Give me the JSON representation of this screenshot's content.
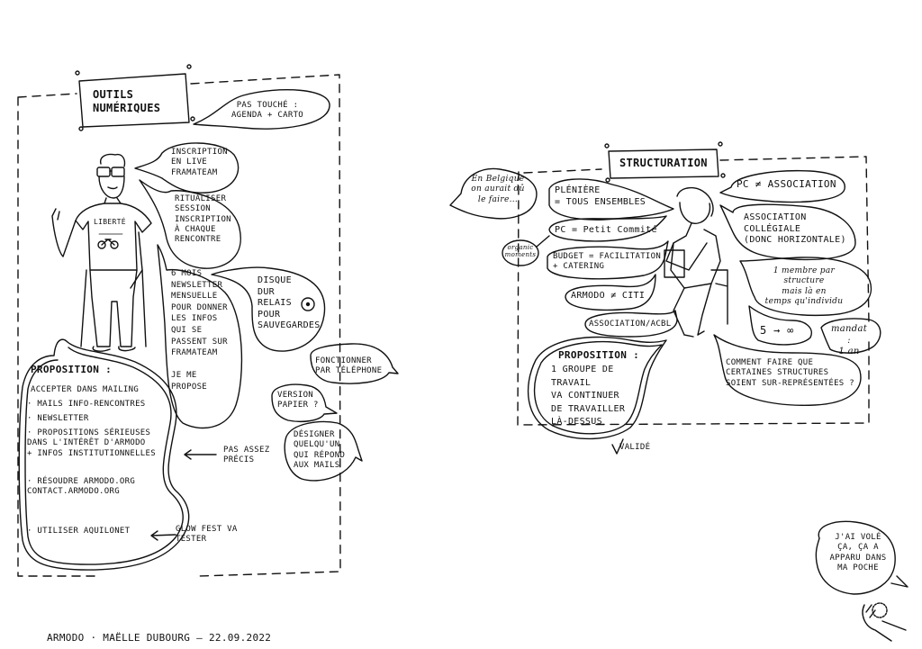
{
  "left_section": {
    "title": "Outils\nnumériques",
    "bubbles": {
      "pas_touche": "Pas touché :\nAgenda + Carto",
      "inscription": "Inscription\nen live\nFramateam",
      "ritualiser": "Ritualiser\nsession\ninscription\nà chaque\nrencontre",
      "newsletter": "6 mois\nnewsletter\nmensuelle\npour donner\nles infos\nqui se\npassent sur\nFramateam\n\nJe me\npropose",
      "disque": "Disque\ndur\nrelais\npour\nsauvegardes",
      "fonctionner": "Fonctionner\npar téléphone",
      "version_papier": "Version\npapier ?",
      "designer": "Désigner\nquelqu'un\nqui répond\naux mails"
    },
    "tshirt_text": "Liberté",
    "proposition": {
      "title": "Proposition :",
      "items": [
        "Accepter dans mailing",
        "· Mails info-rencontres",
        "· Newsletter",
        "· Propositions sérieuses\n   dans l'intérêt d'Armodo\n   + infos institutionnelles",
        "· Résoudre  armodo.org\n          contact.armodo.org",
        "· Utiliser Aquilonet"
      ]
    },
    "annotations": {
      "pas_assez": "Pas assez\nprécis",
      "glow": "Glow Fest va\ntester"
    }
  },
  "right_section": {
    "title": "Structuration",
    "bubbles": {
      "belgique": "En Belgique\non aurait dû\nle faire...",
      "pleniere": "Plénière\n= tous ensembles",
      "pc": "PC = Petit Commité",
      "organic": "organic\nmoments",
      "budget": "Budget = facilitation\n+ catering",
      "armodo_citi": "Armodo ≠ Citi",
      "association": "Association/ACBL",
      "pc_asso": "PC ≠ Association",
      "collegiale": "Association\ncollégiale\n(donc horizontale)",
      "membre": "1 membre par\nstructure\nmais là en\ntemps qu'individu",
      "five_inf": "5 → ∞",
      "mandat": "mandat :\n1 an",
      "comment": "Comment faire que\ncertaines structures\nsoient sur-représentées ?"
    },
    "proposition": {
      "title": "Proposition :",
      "body": "1 groupe de\ntravail\nva continuer\nde travailler\nlà-dessus"
    },
    "validated": "Validé"
  },
  "corner_note": "J'ai volé\nça, ça a\napparu dans\nma poche",
  "footer": "Armodo · Maëlle Dubourg – 22.09.2022"
}
